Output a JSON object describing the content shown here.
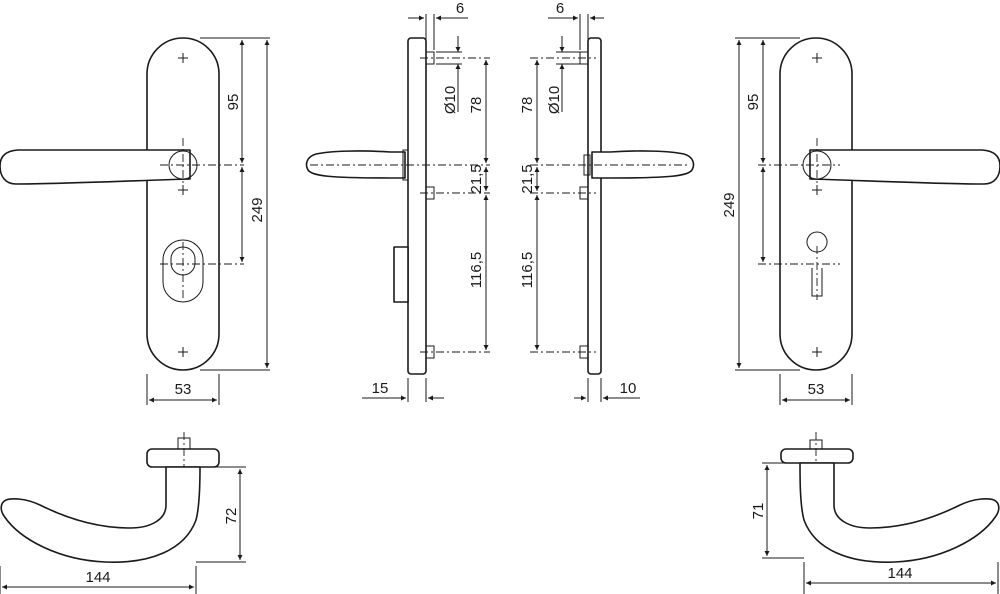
{
  "dimensions": {
    "front_left": {
      "width": "53",
      "upper": "95",
      "total": "249"
    },
    "side_left": {
      "offset_top": "6",
      "bore": "Ø10",
      "upper": "78",
      "middle": "21,5",
      "lower": "116,5",
      "bottom": "15"
    },
    "side_right": {
      "offset_top": "6",
      "bore": "Ø10",
      "upper": "78",
      "middle": "21,5",
      "lower": "116,5",
      "bottom": "10"
    },
    "front_right": {
      "width": "53",
      "upper": "95",
      "total": "249"
    },
    "top_left": {
      "height": "72",
      "length": "144"
    },
    "top_right": {
      "height": "71",
      "length": "144"
    }
  }
}
